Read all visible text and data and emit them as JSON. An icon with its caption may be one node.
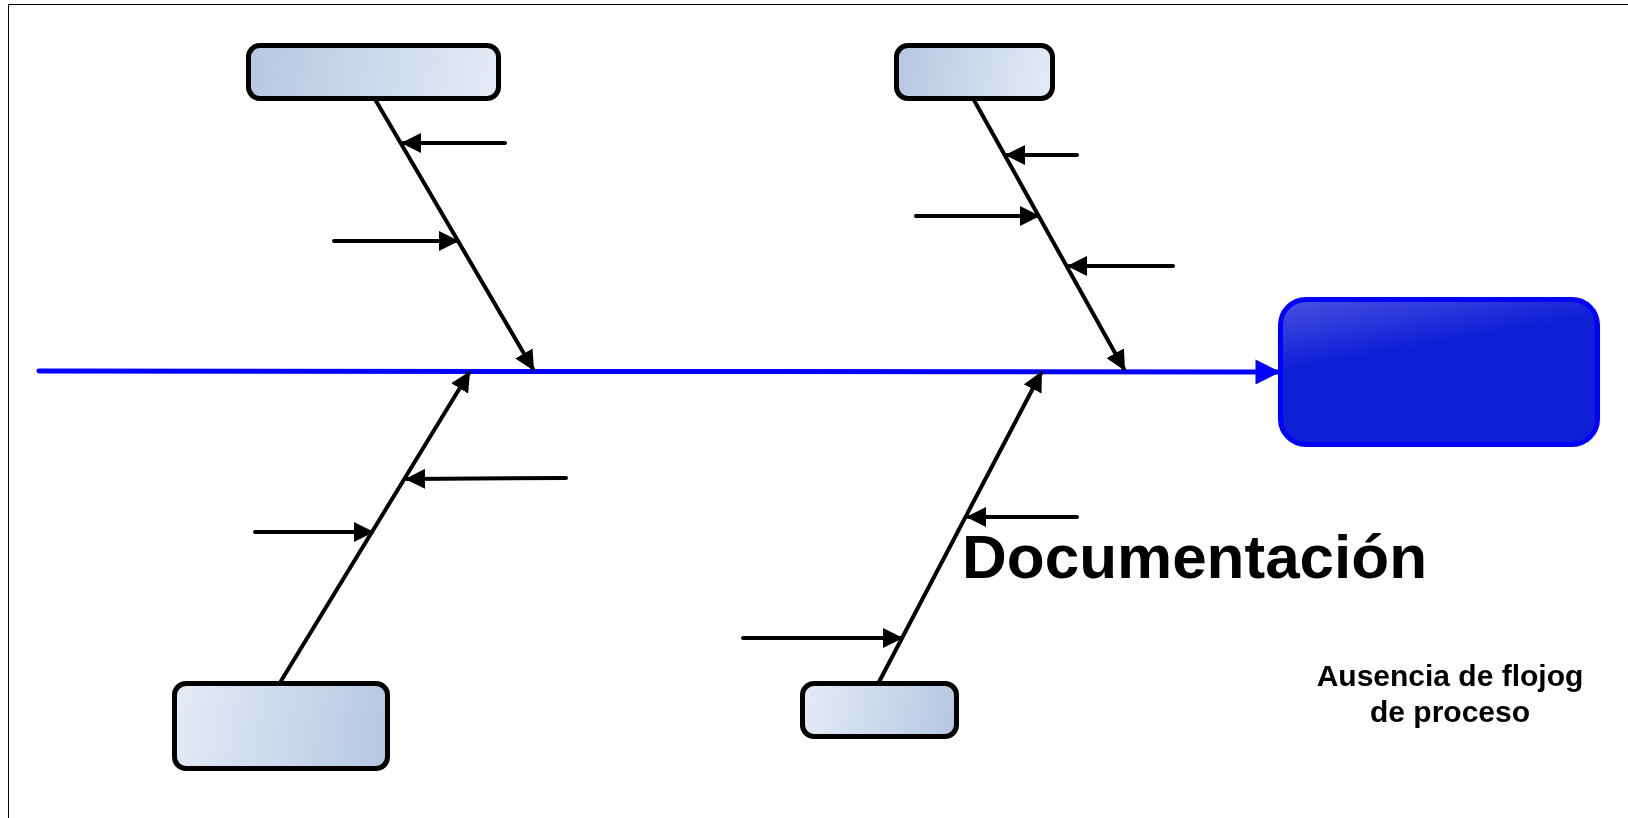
{
  "diagram": {
    "nodes": [
      {
        "text": [],
        "shape": "box"
      },
      {
        "text": [],
        "shape": "box"
      },
      {
        "text": [],
        "shape": "box"
      },
      {
        "text": [],
        "shape": "box"
      },
      {
        "text": [],
        "shape": "box"
      }
    ],
    "edges": [
      {
        "from": null,
        "to": 4,
        "arrow": "to",
        "color": "#0000ff"
      },
      {
        "from": 0,
        "to": null,
        "arrow": "to"
      },
      {
        "from": 1,
        "to": null,
        "arrow": "to"
      },
      {
        "from": 2,
        "to": null,
        "arrow": "to"
      },
      {
        "from": 3,
        "to": null,
        "arrow": "to"
      }
    ],
    "labels": [
      "Documentación",
      "Ausencia de flojog de proceso"
    ]
  }
}
